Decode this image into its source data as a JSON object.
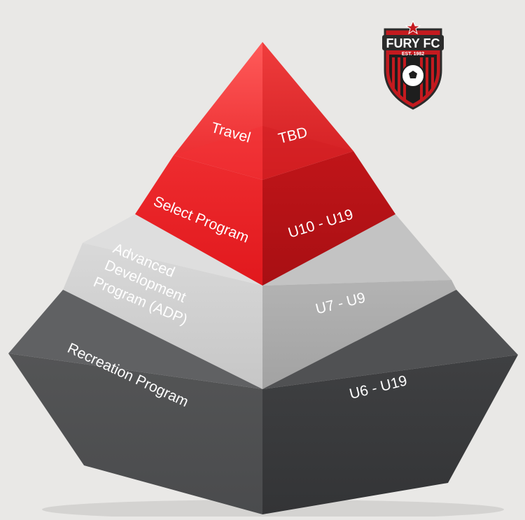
{
  "logo": {
    "name": "FURY FC",
    "established": "EST. 1982"
  },
  "pyramid": {
    "tiers": [
      {
        "id": "travel",
        "left_label": [
          "Travel"
        ],
        "right_label": "TBD",
        "color": "#e8262a"
      },
      {
        "id": "select",
        "left_label": [
          "Select Program"
        ],
        "right_label": "U10 - U19",
        "color": "#d81d22"
      },
      {
        "id": "adp",
        "left_label": [
          "Advanced",
          "Development",
          "Program (ADP)"
        ],
        "right_label": "U7 - U9",
        "color": "#c9c9c9"
      },
      {
        "id": "recreation",
        "left_label": [
          "Recreation Program"
        ],
        "right_label": "U6 - U19",
        "color": "#4a4b4d"
      }
    ]
  }
}
